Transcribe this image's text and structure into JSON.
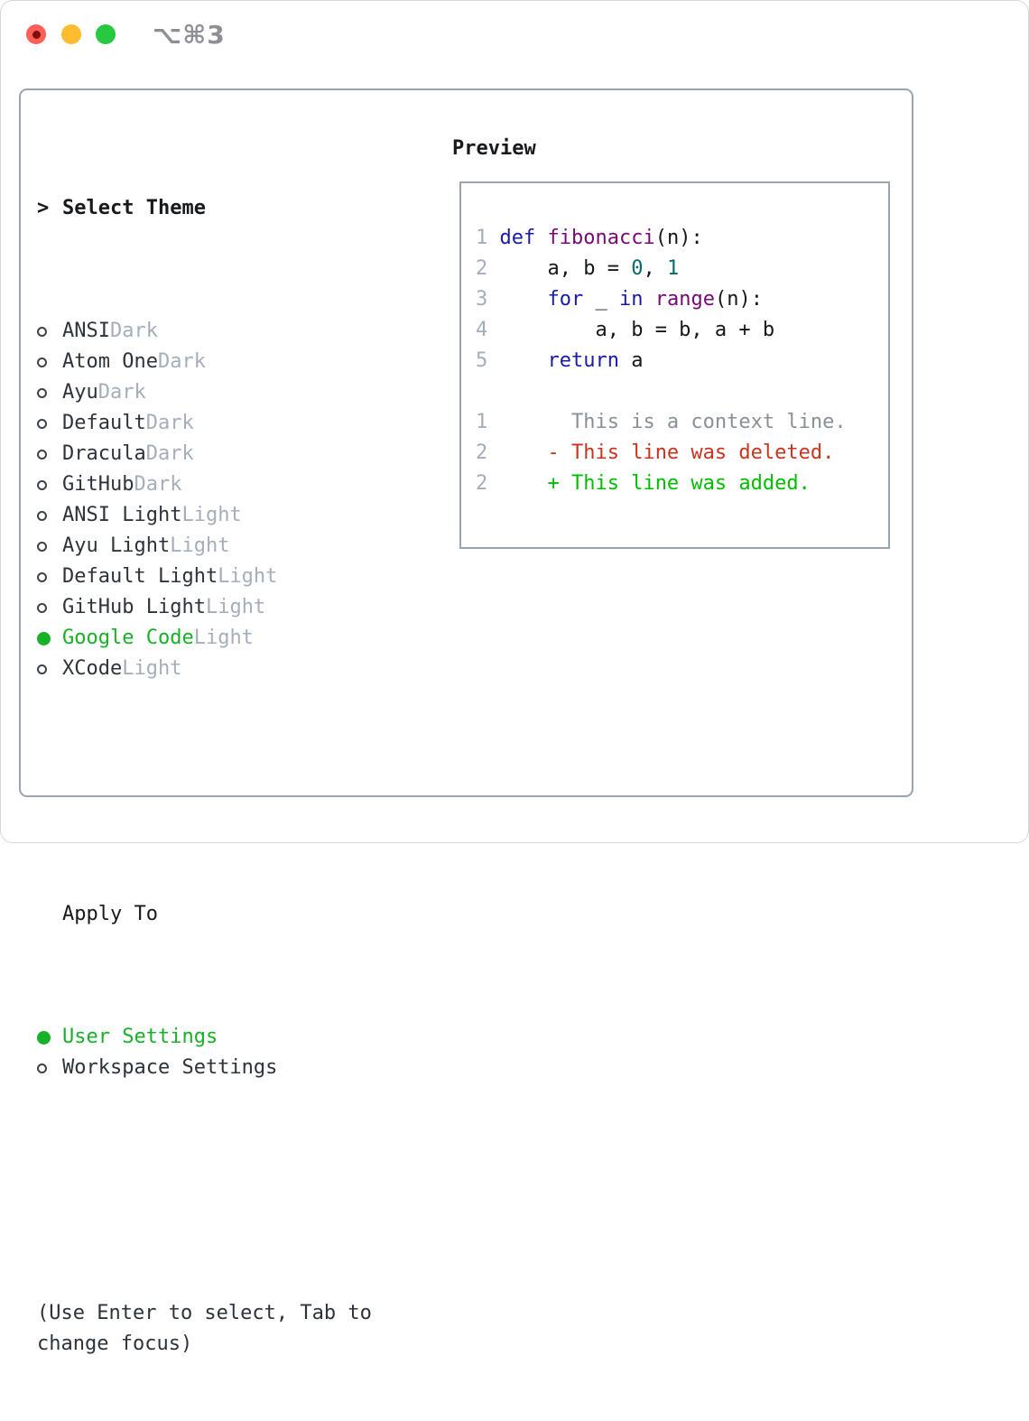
{
  "window": {
    "title": "⌥⌘3",
    "controls": [
      {
        "name": "close",
        "has_dot": true
      },
      {
        "name": "minimize",
        "has_dot": false
      },
      {
        "name": "zoom",
        "has_dot": false
      }
    ]
  },
  "theme_panel": {
    "header": {
      "prefix": ">",
      "label": "Select Theme"
    },
    "items": [
      {
        "name": "ANSI",
        "variant": "Dark",
        "selected": false
      },
      {
        "name": "Atom One",
        "variant": "Dark",
        "selected": false
      },
      {
        "name": "Ayu",
        "variant": "Dark",
        "selected": false
      },
      {
        "name": "Default",
        "variant": "Dark",
        "selected": false
      },
      {
        "name": "Dracula",
        "variant": "Dark",
        "selected": false
      },
      {
        "name": "GitHub",
        "variant": "Dark",
        "selected": false
      },
      {
        "name": "ANSI Light",
        "variant": "Light",
        "selected": false
      },
      {
        "name": "Ayu Light",
        "variant": "Light",
        "selected": false
      },
      {
        "name": "Default Light",
        "variant": "Light",
        "selected": false
      },
      {
        "name": "GitHub Light",
        "variant": "Light",
        "selected": false
      },
      {
        "name": "Google Code",
        "variant": "Light",
        "selected": true
      },
      {
        "name": "XCode",
        "variant": "Light",
        "selected": false
      }
    ],
    "apply_to": {
      "header": "Apply To",
      "options": [
        {
          "label": "User Settings",
          "selected": true
        },
        {
          "label": "Workspace Settings",
          "selected": false
        }
      ]
    },
    "help_text": "(Use Enter to select, Tab to change focus)"
  },
  "preview": {
    "header": "Preview",
    "lines": [
      {
        "number": "1",
        "pad": " ",
        "tokens": [
          {
            "t": "def",
            "c": "keyword"
          },
          {
            "t": " ",
            "c": "plain_code"
          },
          {
            "t": "fibonacci",
            "c": "function_name"
          },
          {
            "t": "(n):",
            "c": "plain_code"
          }
        ]
      },
      {
        "number": "2",
        "pad": "     ",
        "tokens": [
          {
            "t": "a, b = ",
            "c": "plain_code"
          },
          {
            "t": "0",
            "c": "number_literal"
          },
          {
            "t": ", ",
            "c": "plain_code"
          },
          {
            "t": "1",
            "c": "number_literal"
          }
        ]
      },
      {
        "number": "3",
        "pad": "     ",
        "tokens": [
          {
            "t": "for",
            "c": "keyword"
          },
          {
            "t": " _ ",
            "c": "plain_code"
          },
          {
            "t": "in",
            "c": "keyword"
          },
          {
            "t": " ",
            "c": "plain_code"
          },
          {
            "t": "range",
            "c": "function_name"
          },
          {
            "t": "(n):",
            "c": "plain_code"
          }
        ]
      },
      {
        "number": "4",
        "pad": "         ",
        "tokens": [
          {
            "t": "a, b = b, a + b",
            "c": "plain_code"
          }
        ]
      },
      {
        "number": "5",
        "pad": "     ",
        "tokens": [
          {
            "t": "return",
            "c": "keyword"
          },
          {
            "t": " a",
            "c": "plain_code"
          }
        ]
      },
      {
        "number": "",
        "pad": "",
        "tokens": []
      },
      {
        "number": "1",
        "pad": "       ",
        "tokens": [
          {
            "t": "This is a context line.",
            "c": "diff_context"
          }
        ]
      },
      {
        "number": "2",
        "pad": "     ",
        "tokens": [
          {
            "t": "- This line was deleted.",
            "c": "diff_deleted"
          }
        ]
      },
      {
        "number": "2",
        "pad": "     ",
        "tokens": [
          {
            "t": "+ This line was added.",
            "c": "diff_added"
          }
        ]
      }
    ]
  },
  "colors": {
    "text": "#2d333b",
    "muted": "#a6aeba",
    "accent_green": "#17b127",
    "border": "#9aa3b0",
    "keyword": "#1a1aa8",
    "function_name": "#750a75",
    "number_literal": "#076969",
    "plain_code": "#15171b",
    "line_number": "#a3adbb",
    "diff_context": "#8a9097",
    "diff_deleted": "#c9341f",
    "diff_added": "#00bd00",
    "traffic_red": "#ff5f57",
    "traffic_yellow": "#febc2e",
    "traffic_green": "#28c840",
    "title_gray": "#8d8f94"
  }
}
